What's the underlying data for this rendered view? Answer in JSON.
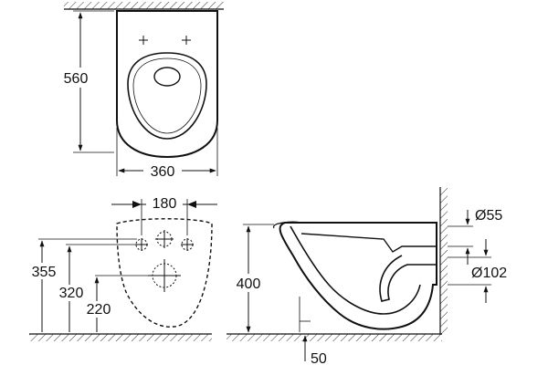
{
  "dimensions": {
    "top_view": {
      "depth": "560",
      "width": "360"
    },
    "front_view": {
      "mount_spacing": "180",
      "height_upper": "355",
      "height_mid": "320",
      "height_lower": "220"
    },
    "side_view": {
      "height": "400",
      "outlet_offset": "50",
      "inlet_diameter": "Ø55",
      "outlet_diameter": "Ø102"
    }
  }
}
